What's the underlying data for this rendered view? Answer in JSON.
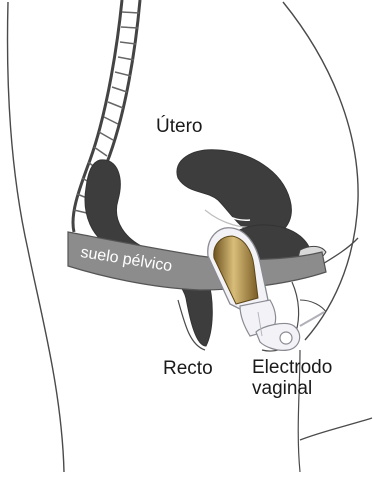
{
  "labels": {
    "uterus": "Útero",
    "pelvic_floor": "suelo pélvico",
    "rectum": "Recto",
    "electrode_line1": "Electrodo",
    "electrode_line2": "vaginal"
  },
  "colors": {
    "outline": "#4a4a4a",
    "organ_dark": "#3d3d3d",
    "pelvic_floor_band": "#8c8c8c",
    "electrode_gold": "#9b7b38",
    "electrode_white": "#f3f3f7"
  }
}
